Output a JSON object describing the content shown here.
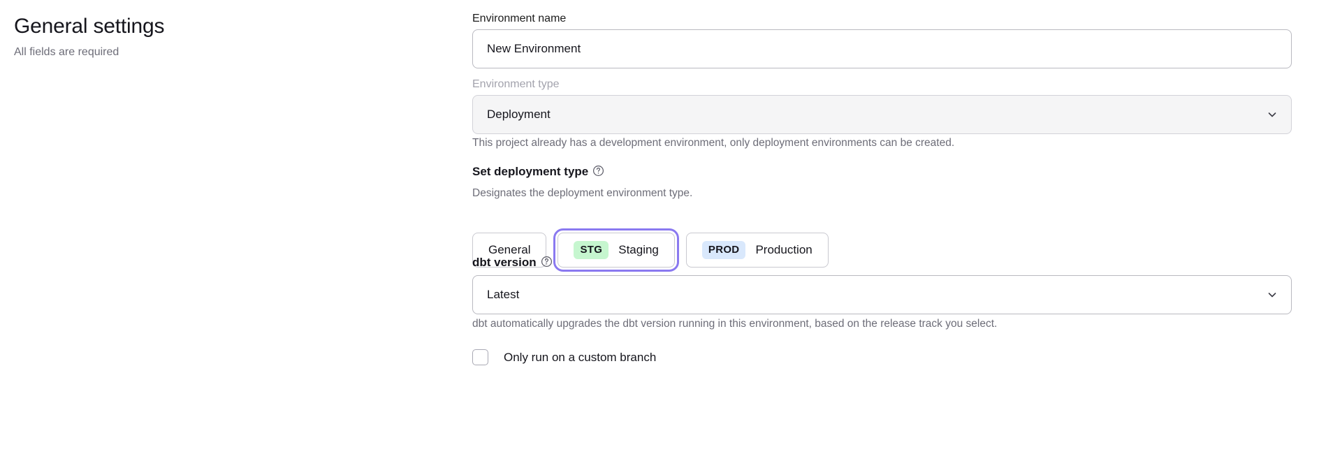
{
  "header": {
    "title": "General settings",
    "subtitle": "All fields are required"
  },
  "form": {
    "environment_name": {
      "label": "Environment name",
      "value": "New Environment",
      "placeholder": "Environment name"
    },
    "environment_type": {
      "label": "Environment type",
      "value": "Deployment",
      "help": "This project already has a development environment, only deployment environments can be created.",
      "disabled": true,
      "chevron_icon": "chevron-down-icon"
    },
    "deployment_type": {
      "label": "Set deployment type",
      "info_icon": "question-circle-icon",
      "help": "Designates the deployment environment type.",
      "options": [
        {
          "badge": "",
          "label": "General",
          "selected": false
        },
        {
          "badge": "STG",
          "label": "Staging",
          "selected": true,
          "badge_color": "#c6f6cf"
        },
        {
          "badge": "PROD",
          "label": "Production",
          "selected": false,
          "badge_color": "#d9e8fc"
        }
      ]
    },
    "dbt_version": {
      "label": "dbt version",
      "info_icon": "question-circle-icon",
      "value": "Latest",
      "help": "dbt automatically upgrades the dbt version running in this environment, based on the release track you select.",
      "chevron_icon": "chevron-down-icon"
    },
    "custom_branch": {
      "label": "Only run on a custom branch",
      "checked": false
    }
  },
  "colors": {
    "focus_ring": "#8a79f0",
    "staging_badge": "#c6f6cf",
    "production_badge": "#d9e8fc",
    "muted_text": "#6d6d78"
  }
}
